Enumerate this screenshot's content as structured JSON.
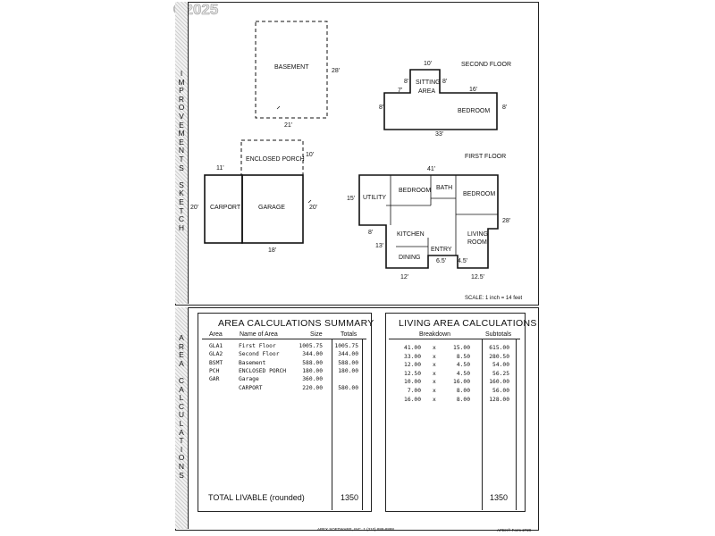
{
  "watermark": "©2025",
  "sketch": {
    "side_label": "IMPROVEMENTS SKETCH",
    "basement": {
      "name": "BASEMENT",
      "width": "21'",
      "height": "28'"
    },
    "second_floor": {
      "title": "SECOND FLOOR",
      "sitting_area_1": "SITTING",
      "sitting_area_2": "AREA",
      "bedroom": "BEDROOM",
      "dims": {
        "top": "10'",
        "left_upper": "8'",
        "right_upper": "8'",
        "step_left": "7'",
        "step_right": "16'",
        "left": "8'",
        "right": "8'",
        "bottom": "33'"
      }
    },
    "porch_garage": {
      "porch": "ENCLOSED PORCH",
      "porch_dim": "10'",
      "carport": "CARPORT",
      "garage": "GARAGE",
      "dims": {
        "carport_top": "11'",
        "left": "20'",
        "right": "20'",
        "bottom": "18'"
      }
    },
    "first_floor": {
      "title": "FIRST FLOOR",
      "utility": "UTILITY",
      "bedroom1": "BEDROOM",
      "bath": "BATH",
      "bedroom2": "BEDROOM",
      "kitchen": "KITCHEN",
      "living1": "LIVING",
      "living2": "ROOM",
      "entry": "ENTRY",
      "dining": "DINING",
      "dims": {
        "top": "41'",
        "left": "15'",
        "right": "28'",
        "util_bottom": "8'",
        "left_lower": "13'",
        "entry_w": "6.5'",
        "entry_h": "4.5'",
        "bottom_left": "12'",
        "bottom_right": "12.5'"
      }
    },
    "scale": "SCALE: 1 inch = 14 feet"
  },
  "area": {
    "side_label": "AREA CALCULATIONS",
    "summary_title": "AREA  CALCULATIONS  SUMMARY",
    "headers": {
      "area": "Area",
      "name": "Name of Area",
      "size": "Size",
      "totals": "Totals"
    },
    "rows": [
      {
        "code": "GLA1",
        "name": "First Floor",
        "size": "1005.75",
        "total": "1005.75"
      },
      {
        "code": "GLA2",
        "name": "Second Floor",
        "size": "344.00",
        "total": "344.00"
      },
      {
        "code": "BSMT",
        "name": "Basement",
        "size": "588.00",
        "total": "588.00"
      },
      {
        "code": "PCH",
        "name": "ENCLOSED PORCH",
        "size": "180.00",
        "total": "180.00"
      },
      {
        "code": "GAR",
        "name": "Garage",
        "size": "360.00",
        "total": ""
      },
      {
        "code": "",
        "name": "CARPORT",
        "size": "220.00",
        "total": "580.00"
      }
    ],
    "total_label": "TOTAL  LIVABLE  (rounded)",
    "total_value": "1350",
    "living_title": "LIVING AREA CALCULATIONS",
    "living_headers": {
      "breakdown": "Breakdown",
      "subtotals": "Subtotals"
    },
    "living_rows": [
      {
        "a": "41.00",
        "x": "x",
        "b": "15.00",
        "s": "615.00"
      },
      {
        "a": "33.00",
        "x": "x",
        "b": "8.50",
        "s": "280.50"
      },
      {
        "a": "12.00",
        "x": "x",
        "b": "4.50",
        "s": "54.00"
      },
      {
        "a": "12.50",
        "x": "x",
        "b": "4.50",
        "s": "56.25"
      },
      {
        "a": "10.00",
        "x": "x",
        "b": "16.00",
        "s": "160.00"
      },
      {
        "a": "7.00",
        "x": "x",
        "b": "8.00",
        "s": "56.00"
      },
      {
        "a": "16.00",
        "x": "x",
        "b": "8.00",
        "s": "128.00"
      }
    ],
    "living_total": "1350"
  },
  "footer": {
    "center": "APEX SOFTWARE, INC. 1 (310) 888-8888",
    "right": "APEX® Form 2729"
  }
}
